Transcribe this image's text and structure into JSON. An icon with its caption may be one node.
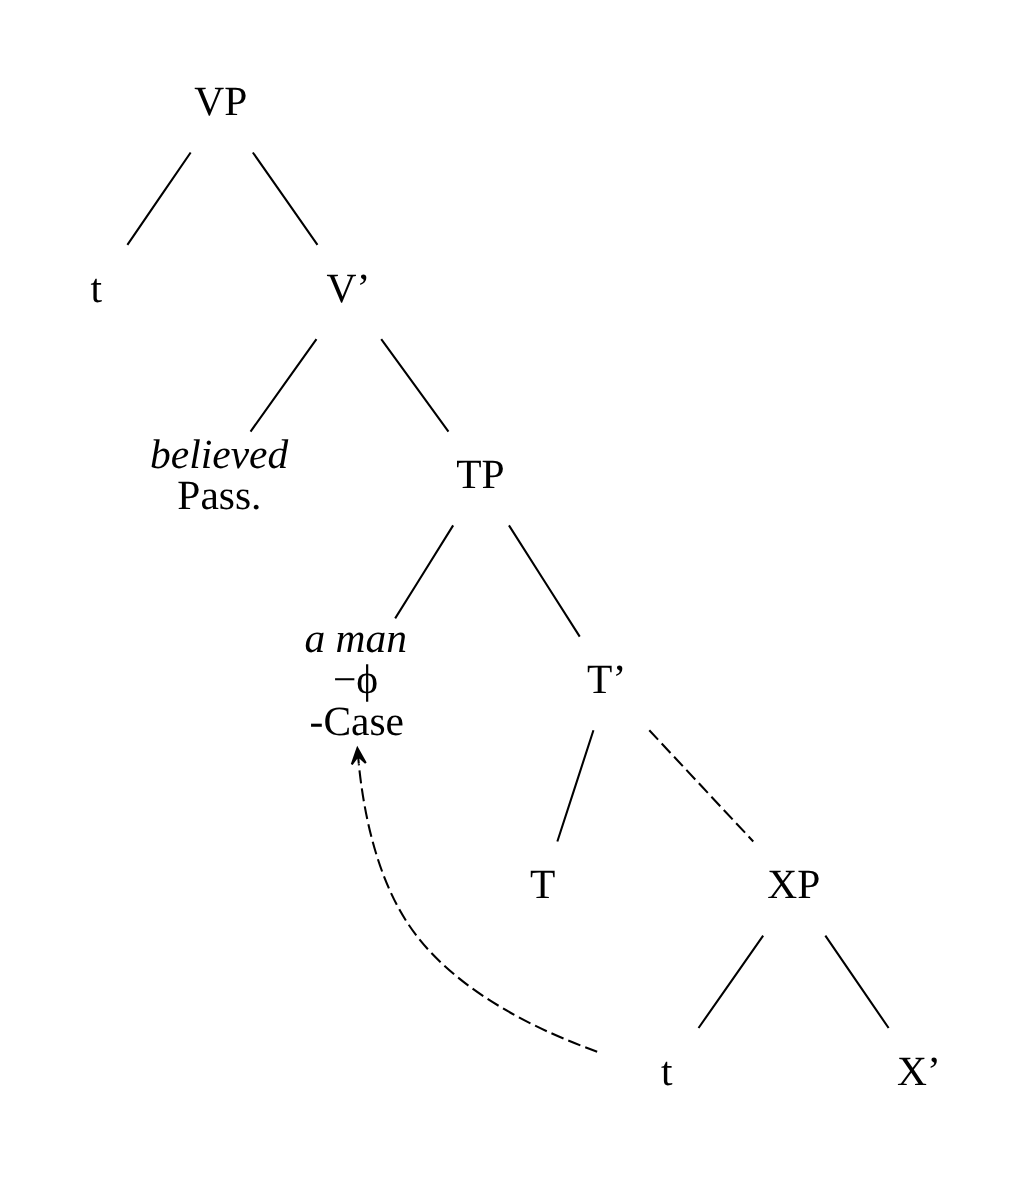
{
  "diagram": {
    "nodes": [
      {
        "text": [
          "VP"
        ]
      },
      {
        "text": [
          "t"
        ]
      },
      {
        "text": [
          "V’"
        ]
      },
      {
        "text": [
          "believed",
          "Pass."
        ]
      },
      {
        "text": [
          "TP"
        ]
      },
      {
        "text": [
          "a man",
          "−ϕ",
          "-Case"
        ]
      },
      {
        "text": [
          "T’"
        ]
      },
      {
        "text": [
          "T"
        ]
      },
      {
        "text": [
          "XP"
        ]
      },
      {
        "text": [
          "t"
        ]
      },
      {
        "text": [
          "X’"
        ]
      }
    ],
    "edges": [
      {
        "from": 0,
        "to": 1,
        "arrow": "none"
      },
      {
        "from": 0,
        "to": 2,
        "arrow": "none"
      },
      {
        "from": 2,
        "to": 3,
        "arrow": "none"
      },
      {
        "from": 2,
        "to": 4,
        "arrow": "none"
      },
      {
        "from": 4,
        "to": 5,
        "arrow": "none"
      },
      {
        "from": 4,
        "to": 6,
        "arrow": "none"
      },
      {
        "from": 6,
        "to": 7,
        "arrow": "none"
      },
      {
        "from": 6,
        "to": 8,
        "arrow": "none",
        "style": "dashed"
      },
      {
        "from": 8,
        "to": 9,
        "arrow": "none"
      },
      {
        "from": 8,
        "to": 10,
        "arrow": "none"
      },
      {
        "from": 9,
        "to": 5,
        "arrow": "to",
        "style": "dashed"
      }
    ]
  }
}
